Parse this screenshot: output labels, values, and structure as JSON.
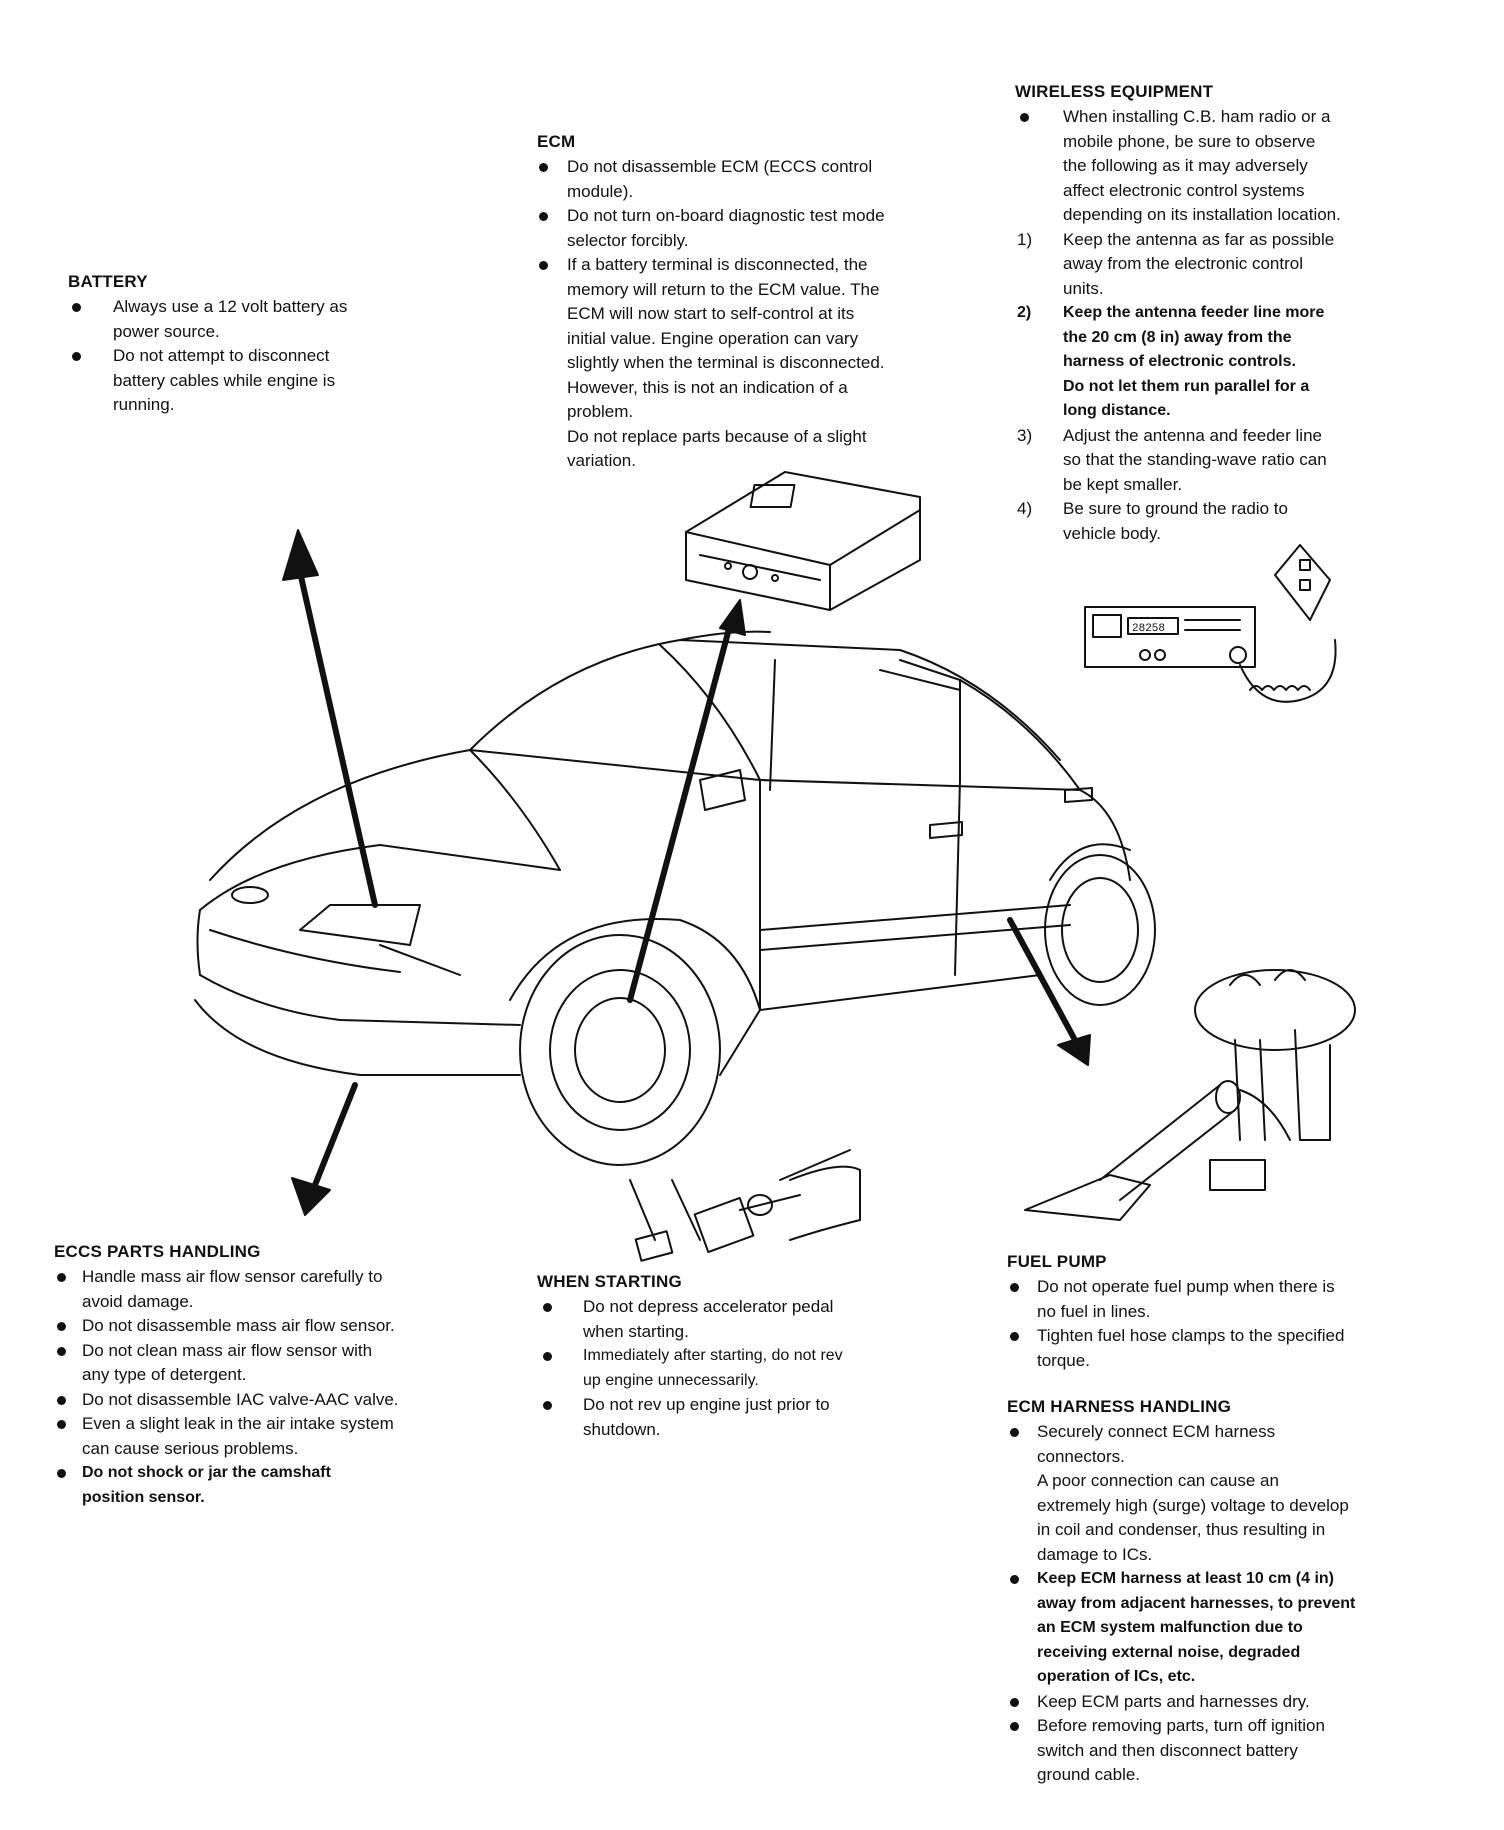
{
  "battery": {
    "title": "BATTERY",
    "items": [
      "Always use a 12 volt battery as\npower source.",
      "Do not attempt to disconnect\nbattery cables while engine is\nrunning."
    ]
  },
  "ecm": {
    "title": "ECM",
    "items": [
      "Do not disassemble ECM (ECCS control\nmodule).",
      "Do not turn on-board diagnostic test mode\nselector forcibly.",
      "If a battery terminal is disconnected, the\nmemory will return to the ECM value. The\nECM will now start to self-control at its\ninitial value. Engine operation can vary\nslightly when the terminal is disconnected.\nHowever, this is not an indication of a\nproblem.\nDo not replace parts because of a slight\nvariation."
    ]
  },
  "wireless": {
    "title": "WIRELESS EQUIPMENT",
    "intro": "When installing C.B. ham radio or a\nmobile phone, be sure to observe\nthe following as it may adversely\naffect electronic control systems\ndepending on its installation location.",
    "items": [
      {
        "num": "1)",
        "text": "Keep the antenna as far as possible\naway from the electronic control\nunits."
      },
      {
        "num": "2)",
        "text": "Keep the antenna feeder line more\nthe 20 cm (8 in) away from the\nharness of electronic controls.\nDo not let them run parallel for a\nlong distance."
      },
      {
        "num": "3)",
        "text": "Adjust the antenna and feeder line\nso that the standing-wave ratio can\nbe kept smaller."
      },
      {
        "num": "4)",
        "text": "Be sure to ground the radio to\nvehicle body."
      }
    ]
  },
  "eccs_parts": {
    "title": "ECCS PARTS HANDLING",
    "items": [
      "Handle mass air flow sensor carefully to\navoid damage.",
      "Do not disassemble mass air flow sensor.",
      "Do not clean mass air flow sensor with\nany type of detergent.",
      "Do not disassemble IAC valve-AAC valve.",
      "Even a slight leak in the air intake system\ncan cause serious problems.",
      "Do not shock or jar the camshaft\nposition sensor."
    ]
  },
  "when_starting": {
    "title": "WHEN STARTING",
    "items": [
      "Do not depress accelerator pedal\nwhen starting.",
      "Immediately after starting, do not rev\nup engine unnecessarily.",
      "Do not rev up engine just prior to\nshutdown."
    ]
  },
  "fuel_pump": {
    "title": "FUEL PUMP",
    "items": [
      "Do not operate fuel pump when there is\nno fuel in lines.",
      "Tighten fuel hose clamps to the specified\ntorque."
    ]
  },
  "ecm_harness": {
    "title": "ECM HARNESS HANDLING",
    "items": [
      "Securely connect ECM harness\nconnectors.\nA poor connection can cause an\nextremely high (surge) voltage to develop\nin coil and condenser, thus resulting in\ndamage to ICs.",
      "Keep ECM harness at least 10 cm (4 in)\naway from adjacent harnesses, to prevent\nan ECM system malfunction due to\nreceiving external noise, degraded\noperation of ICs, etc.",
      "Keep ECM parts and harnesses dry.",
      "Before removing parts, turn off ignition\nswitch and then disconnect battery\nground cable."
    ]
  },
  "radio_display": "28258"
}
